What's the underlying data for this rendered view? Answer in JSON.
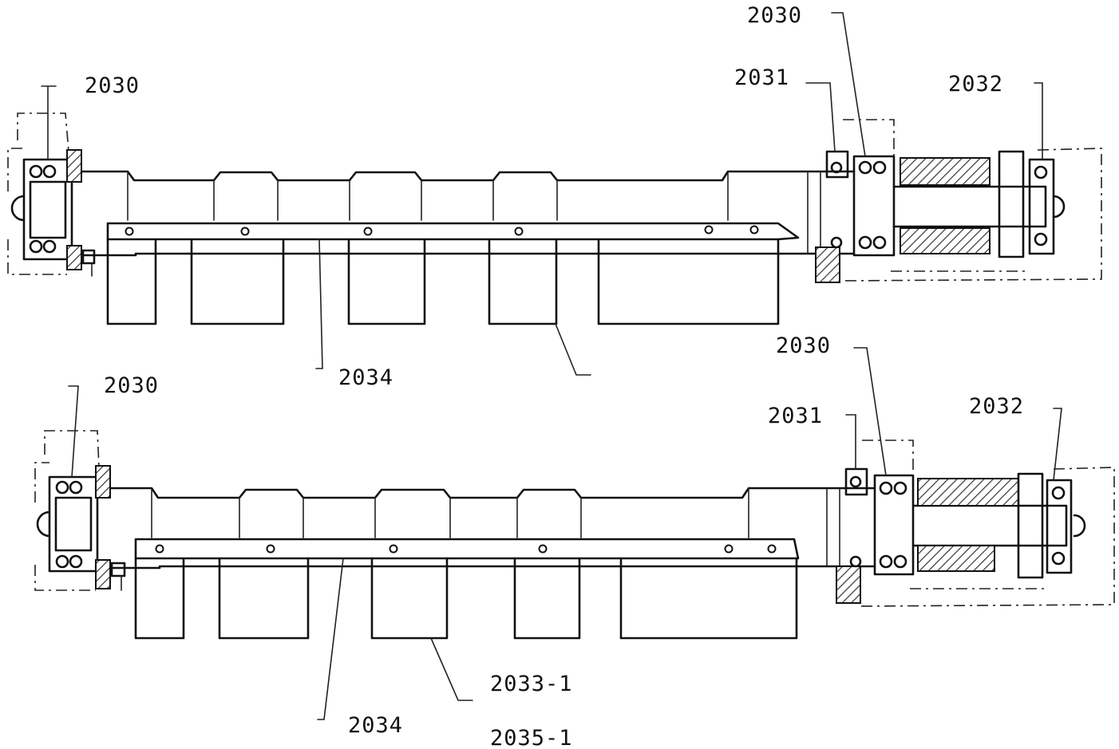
{
  "drawing": {
    "top_assembly": {
      "labels": {
        "left_bearing": "2030",
        "right_bearing": "2030",
        "seal": "2031",
        "end_bearing": "2032",
        "bar": "2034"
      }
    },
    "bottom_assembly": {
      "labels": {
        "left_bearing": "2030",
        "right_bearing": "2030",
        "seal": "2031",
        "end_bearing": "2032",
        "cam_part": "2033-1",
        "bar": "2034",
        "shaft_part": "2035-1"
      }
    }
  },
  "colors": {
    "ink": "#111111",
    "paper": "#ffffff",
    "hatch": "#333333"
  }
}
